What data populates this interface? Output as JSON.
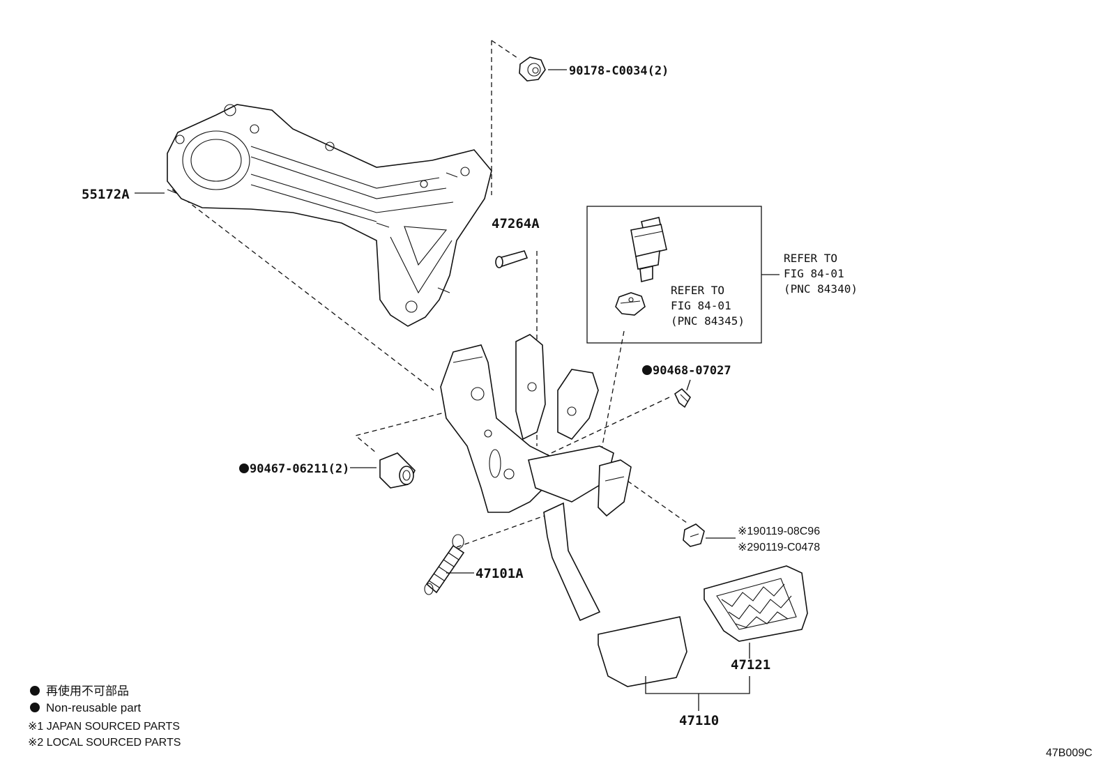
{
  "parts": {
    "nut": "90178-C0034(2)",
    "bracket": "55172A",
    "pin": "47264A",
    "clip": "90468-07027",
    "bushing": "90467-06211(2)",
    "bolt_japan": "※190119-08C96",
    "bolt_local": "※290119-C0478",
    "spring": "47101A",
    "pad": "47121",
    "pedal_assy": "47110"
  },
  "refs": {
    "outer": [
      "REFER TO",
      "FIG 84-01",
      "(PNC 84340)"
    ],
    "inner": [
      "REFER TO",
      "FIG 84-01",
      "(PNC 84345)"
    ]
  },
  "legend": {
    "jp_nonreusable": "再使用不可部品",
    "nonreusable": "Non-reusable part",
    "japan_sourced": "※1 JAPAN SOURCED PARTS",
    "local_sourced": "※2 LOCAL SOURCED PARTS"
  },
  "drawing_code": "47B009C"
}
